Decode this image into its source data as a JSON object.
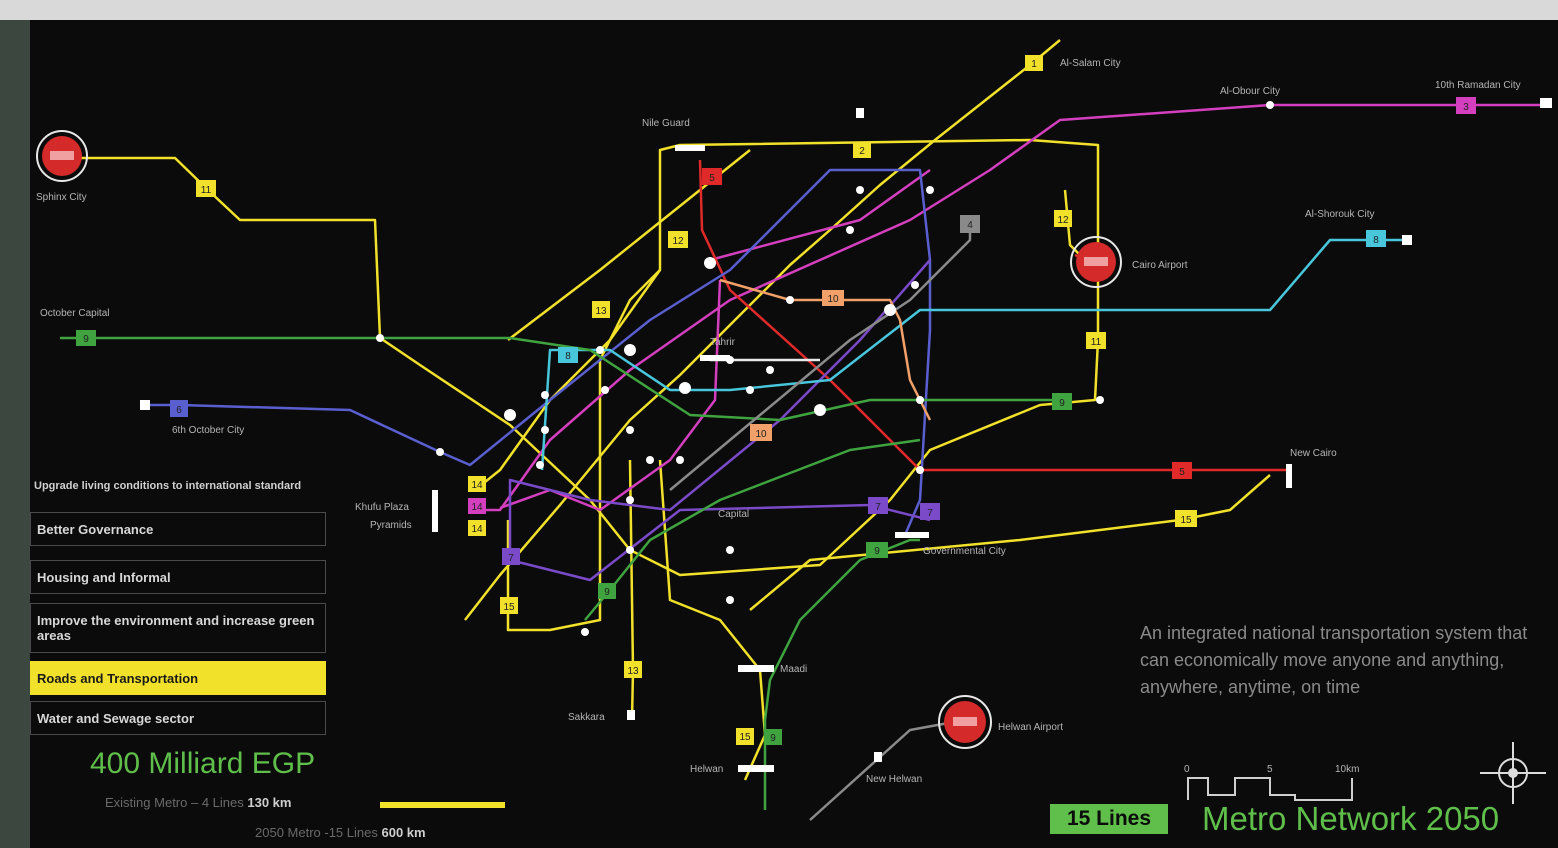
{
  "stations": {
    "al_salam": "Al-Salam City",
    "october_city": "Al-Obour City",
    "ramadan": "10th Ramadan City",
    "sphinx": "Sphinx City",
    "nile_guard": "Nile Guard",
    "cairo_airport": "Cairo Airport",
    "al_shorouk": "Al-Shorouk City",
    "october_capital": "October Capital",
    "october_6": "6th October City",
    "khufu_plaza": "Khufu Plaza",
    "pyramids": "Pyramids",
    "new_cairo": "New Cairo",
    "capital": "Capital",
    "governmental_city": "Governmental City",
    "maadi": "Maadi",
    "sakkara": "Sakkara",
    "helwan": "Helwan",
    "helwan_airport": "Helwan Airport",
    "new_helwan": "New Helwan",
    "tahrir": "Tahrir"
  },
  "panel": {
    "header": "Upgrade living conditions to international standard",
    "items": [
      "Better Governance",
      "Housing and Informal",
      "Improve the environment and increase green areas",
      "Roads and Transportation",
      "Water and Sewage sector"
    ],
    "active_index": 3
  },
  "cost": "400 Milliard EGP",
  "legend": {
    "existing_label": "Existing Metro – 4 Lines",
    "existing_value": "130 km",
    "future_label": "2050 Metro -15 Lines",
    "future_value": "600 km"
  },
  "lines_badge": "15 Lines",
  "title": "Metro Network 2050",
  "tagline": "An integrated national transportation system that can economically move anyone and anything, anywhere, anytime, on time",
  "scale": {
    "start": "0",
    "mid": "5",
    "end": "10km"
  },
  "line_numbers": [
    "1",
    "2",
    "3",
    "4",
    "5",
    "6",
    "7",
    "8",
    "9",
    "10",
    "11",
    "12",
    "13",
    "14",
    "15"
  ],
  "colors": {
    "yellow": "#f1e12a",
    "magenta": "#d43fbf",
    "red": "#e02a2a",
    "blue": "#5a5fd0",
    "cyan": "#48c6dc",
    "green": "#3fa33f",
    "purple": "#7a4ac8",
    "orange": "#f0a068",
    "gray": "#8a8a8a",
    "accent_green": "#5fbf4a"
  }
}
